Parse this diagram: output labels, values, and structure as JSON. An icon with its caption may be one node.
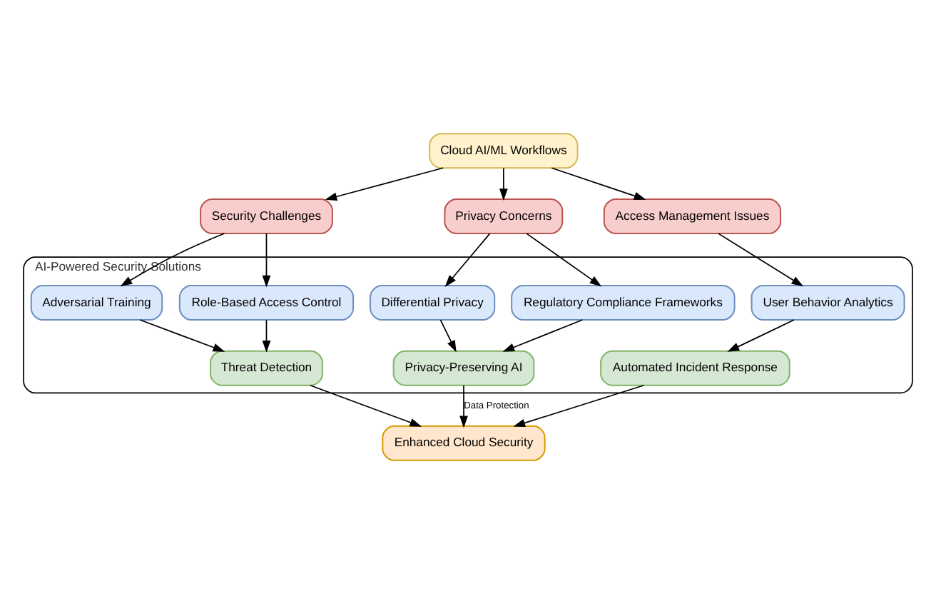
{
  "diagram": {
    "nodes": [
      {
        "text": [
          "Cloud AI/ML Workflows"
        ]
      },
      {
        "text": [
          "Security Challenges"
        ]
      },
      {
        "text": [
          "Privacy Concerns"
        ]
      },
      {
        "text": [
          "Access Management Issues"
        ]
      },
      {
        "text": [
          "AI-Powered Security Solutions"
        ]
      },
      {
        "text": [
          "Adversarial Training"
        ],
        "in": 4
      },
      {
        "text": [
          "Role-Based Access Control"
        ],
        "in": 4
      },
      {
        "text": [
          "Differential Privacy"
        ],
        "in": 4
      },
      {
        "text": [
          "Regulatory Compliance Frameworks"
        ],
        "in": 4
      },
      {
        "text": [
          "User Behavior Analytics"
        ],
        "in": 4
      },
      {
        "text": [
          "Threat Detection"
        ],
        "in": 4
      },
      {
        "text": [
          "Privacy-Preserving AI"
        ],
        "in": 4
      },
      {
        "text": [
          "Automated Incident Response"
        ],
        "in": 4
      },
      {
        "text": [
          "Enhanced Cloud Security"
        ]
      }
    ],
    "edges": [
      {
        "from": 0,
        "to": 1,
        "arrow": "to"
      },
      {
        "from": 0,
        "to": 2,
        "arrow": "to"
      },
      {
        "from": 0,
        "to": 3,
        "arrow": "to"
      },
      {
        "from": 1,
        "to": 5,
        "arrow": "to"
      },
      {
        "from": 1,
        "to": 6,
        "arrow": "to"
      },
      {
        "from": 2,
        "to": 7,
        "arrow": "to"
      },
      {
        "from": 2,
        "to": 8,
        "arrow": "to"
      },
      {
        "from": 3,
        "to": 9,
        "arrow": "to"
      },
      {
        "from": 5,
        "to": 10,
        "arrow": "to"
      },
      {
        "from": 6,
        "to": 10,
        "arrow": "to"
      },
      {
        "from": 7,
        "to": 11,
        "arrow": "to"
      },
      {
        "from": 8,
        "to": 11,
        "arrow": "to"
      },
      {
        "from": 9,
        "to": 12,
        "arrow": "to"
      },
      {
        "from": 10,
        "to": 13,
        "arrow": "to"
      },
      {
        "from": 11,
        "to": 13,
        "label": "Data Protection",
        "arrow": "to"
      },
      {
        "from": 12,
        "to": 13,
        "arrow": "to"
      }
    ]
  }
}
